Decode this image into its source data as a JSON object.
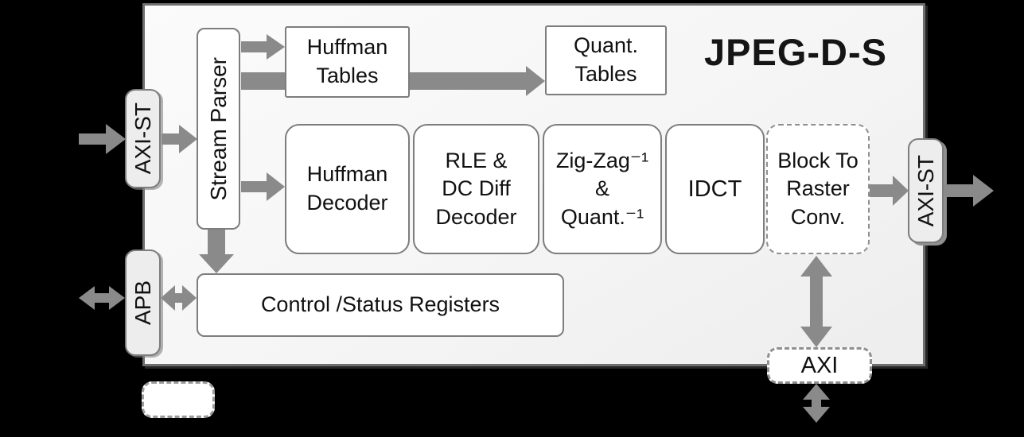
{
  "title": "JPEG-D-S",
  "blocks": {
    "stream_parser": "Stream Parser",
    "huffman_tables": "Huffman\nTables",
    "quant_tables": "Quant.\nTables",
    "huffman_decoder": "Huffman\nDecoder",
    "rle_dc_diff_decoder": "RLE &\nDC Diff\nDecoder",
    "zigzag_inv_quant_inv": "Zig-Zag⁻¹\n&\nQuant.⁻¹",
    "idct": "IDCT",
    "block_to_raster_conv": "Block To\nRaster\nConv.",
    "control_status_registers": "Control /Status Registers"
  },
  "interfaces": {
    "axi_st_in": "AXI-ST",
    "apb": "APB",
    "axi_st_out": "AXI-ST",
    "axi": "AXI"
  },
  "colors": {
    "background": "#000000",
    "chip_fill": "#f5f5f5",
    "box_border_gray": "#7d7d7d",
    "port_fill": "#ededed",
    "arrow_gray": "#8a8a8a",
    "text_color": "#111111"
  }
}
